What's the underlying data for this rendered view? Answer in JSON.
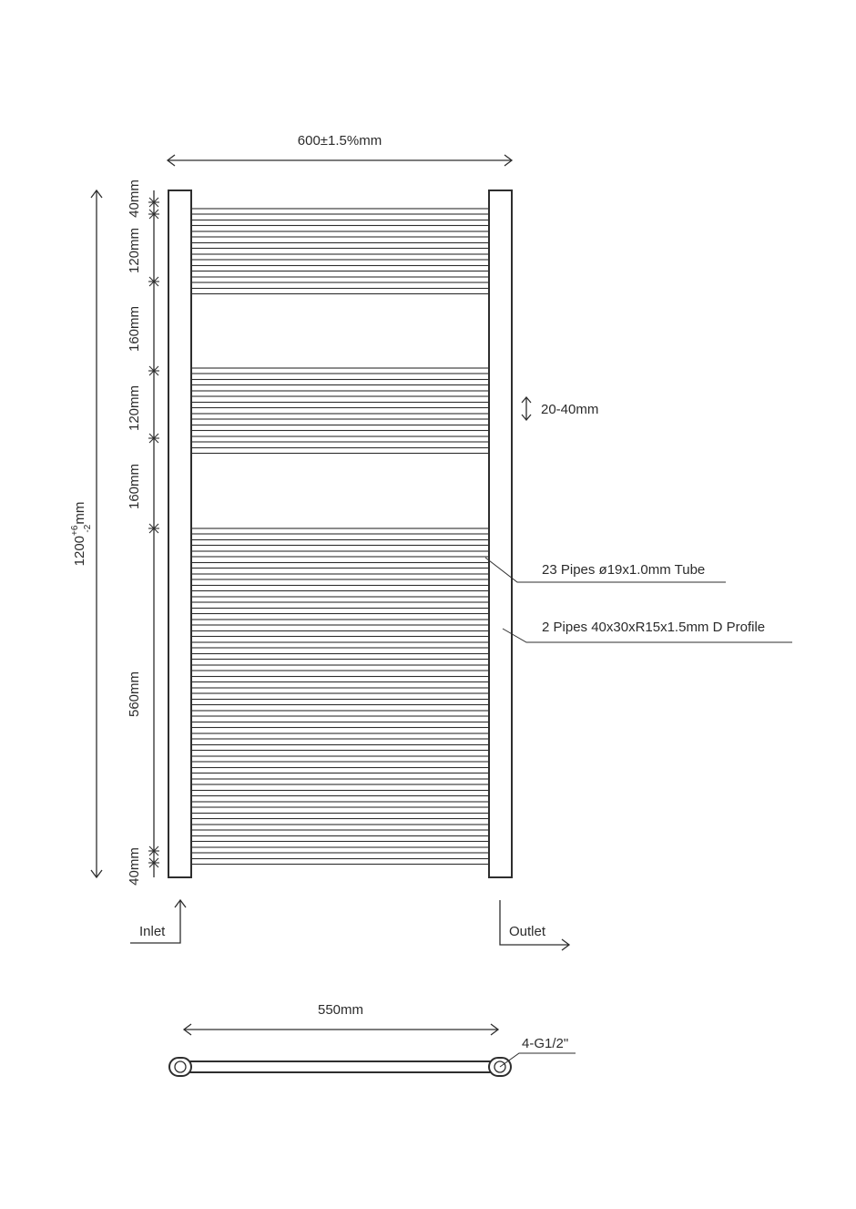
{
  "dimensions": {
    "width_label": "600±1.5%mm",
    "height_main": "1200",
    "height_sup": "+6",
    "height_sub": "-2",
    "height_unit": "mm",
    "bottom_width_label": "550mm",
    "spacing_label": "20-40mm",
    "segments": [
      "40mm",
      "120mm",
      "160mm",
      "120mm",
      "160mm",
      "560mm",
      "40mm"
    ]
  },
  "annotations": {
    "tube": "23 Pipes ø19x1.0mm Tube",
    "profile": "2 Pipes 40x30xR15x1.5mm D Profile",
    "fitting": "4-G1/2\""
  },
  "flow": {
    "inlet": "Inlet",
    "outlet": "Outlet"
  },
  "rail_groups": [
    {
      "name": "top",
      "rails": 8
    },
    {
      "name": "middle",
      "rails": 8
    },
    {
      "name": "bottom",
      "rails": 30
    }
  ]
}
